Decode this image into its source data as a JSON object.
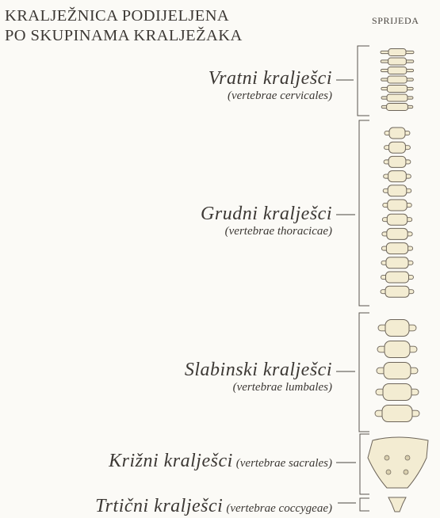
{
  "title": {
    "line1": "KRALJEŽNICA PODIJELJENA",
    "line2": "PO SKUPINAMA KRALJEŽAKA"
  },
  "view_label": "SPRIJEDA",
  "groups": [
    {
      "name": "Vratni kralješci",
      "latin": "(vertebrae cervicales)"
    },
    {
      "name": "Grudni kralješci",
      "latin": "(vertebrae thoracicae)"
    },
    {
      "name": "Slabinski kralješci",
      "latin": "(vertebrae lumbales)"
    },
    {
      "name": "Križni kralješci",
      "latin": "(vertebrae sacrales)"
    },
    {
      "name": "Trtični kralješci",
      "latin": "(vertebrae coccygeae)"
    }
  ],
  "colors": {
    "bone_fill": "#f3ecd2",
    "bone_stroke": "#6d655a",
    "text": "#3c3834"
  }
}
